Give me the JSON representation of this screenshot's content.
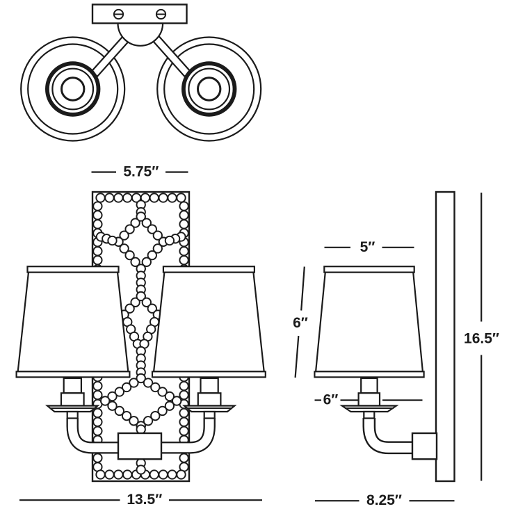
{
  "dimensions": {
    "backplate_width": "5.75″",
    "overall_width": "13.5″",
    "shade_top_diameter": "5″",
    "shade_height": "6″",
    "shade_bottom_diameter": "6″",
    "overall_height": "16.5″",
    "extension_depth": "8.25″"
  },
  "colors": {
    "line": "#1b1b1b",
    "background": "#ffffff"
  }
}
